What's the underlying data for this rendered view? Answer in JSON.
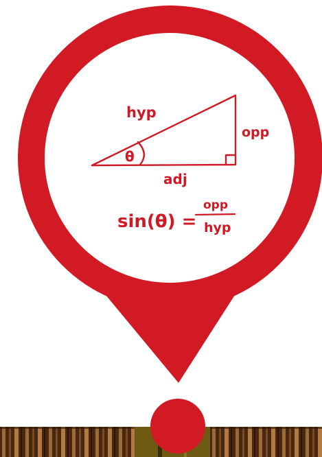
{
  "labels": {
    "hypotenuse": "hyp",
    "opposite": "opp",
    "adjacent": "adj",
    "angle": "θ"
  },
  "formula": {
    "lhs": "sin(θ) =",
    "numerator": "opp",
    "denominator": "hyp"
  },
  "colors": {
    "pin": "#d11a24",
    "ink": "#cf1a26",
    "inner": "#ffffff",
    "bricks_dark": "#2a1508",
    "bricks_light": "#8a5a2e",
    "door": "#6e5a12"
  },
  "icons": {
    "marker": "map-pin-icon"
  }
}
